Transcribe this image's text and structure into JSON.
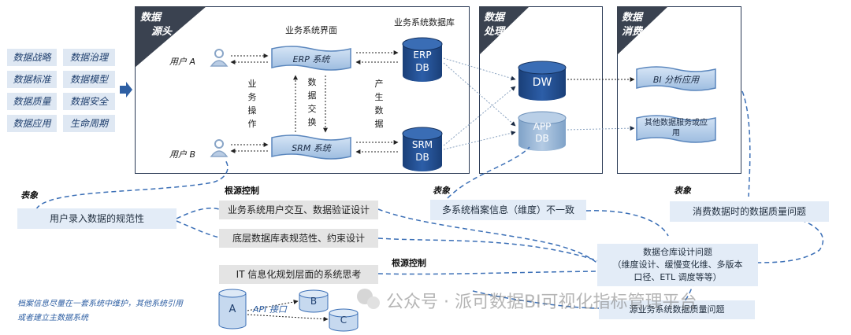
{
  "governance": [
    "数据战略",
    "数据治理",
    "数据标准",
    "数据模型",
    "数据质量",
    "数据安全",
    "数据应用",
    "生命周期"
  ],
  "panels": {
    "source": {
      "tab": [
        "数据",
        "源头"
      ],
      "ui_title": "业务系统界面",
      "db_title": "业务系统数据库"
    },
    "process": {
      "tab": [
        "数据",
        "处理"
      ]
    },
    "consume": {
      "tab": [
        "数据",
        "消费"
      ]
    }
  },
  "users": {
    "a": "用户 A",
    "b": "用户 B"
  },
  "systems": {
    "erp": "ERP 系统",
    "srm": "SRM 系统"
  },
  "vertical": {
    "ops": "业务操作",
    "exchange": "数据交换",
    "produce": "产生数据"
  },
  "dbs": {
    "erp": [
      "ERP",
      "DB"
    ],
    "srm": [
      "SRM",
      "DB"
    ],
    "dw": [
      "DW"
    ],
    "app": [
      "APP",
      "DB"
    ]
  },
  "consumers": {
    "bi": "BI 分析应用",
    "other": "其他数据服务或应用"
  },
  "headers": {
    "surface1": "表象",
    "root1": "根源控制",
    "surface2": "表象",
    "surface3": "表象",
    "root2": "根源控制"
  },
  "boxes": {
    "user_input": "用户录入数据的规范性",
    "interaction": "业务系统用户交互、数据验证设计",
    "db_norm": "底层数据库表规范性、约束设计",
    "it_plan": "IT 信息化规划层面的系统思考",
    "archive": "多系统档案信息（维度）不一致",
    "consume_q": "消费数据时的数据质量问题",
    "warehouse": [
      "数据仓库设计问题",
      "（维度设计、缓慢变化维、多版本",
      "口径、ETL 调度等等）"
    ],
    "source_q": "源业务系统数据质量问题"
  },
  "note": [
    "档案信息尽量在一套系统中维护，其他系统引用",
    "或者建立主数据系统"
  ],
  "api": {
    "label": "API 接口",
    "a": "A",
    "b": "B",
    "c": "C"
  },
  "watermark": "公众号 · 派可数据BI可视化指标管理平台",
  "colors": {
    "navy": "#1f4e8c",
    "mid": "#3b6fb6",
    "light": "#c9ddf2",
    "accent": "#2e5fa3",
    "panel_tab": "#3a4250"
  }
}
